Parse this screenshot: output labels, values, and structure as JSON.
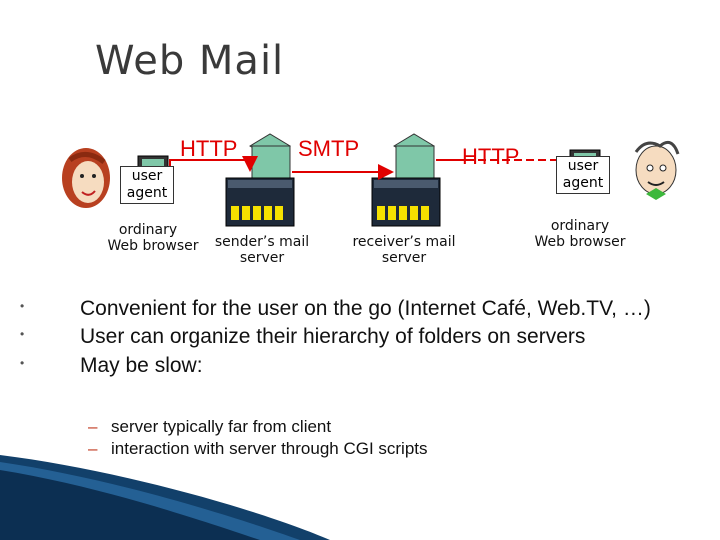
{
  "slide": {
    "title": "Web Mail"
  },
  "diagram": {
    "protocol_left": "HTTP",
    "protocol_middle": "SMTP",
    "protocol_right": "HTTP",
    "left_user_agent": "user agent",
    "right_user_agent": "user agent",
    "left_browser_label_line1": "ordinary",
    "left_browser_label_line2": "Web browser",
    "sender_server_line1": "sender’s mail",
    "sender_server_line2": "server",
    "receiver_server_line1": "receiver’s mail",
    "receiver_server_line2": "server",
    "right_browser_label_line1": "ordinary",
    "right_browser_label_line2": "Web browser",
    "colors": {
      "protocol": "#e00000",
      "monitor": "#7fc7a8",
      "server_base": "#1e2a3a",
      "server_slots": "#f5e100"
    }
  },
  "bullets": [
    "Convenient for the user on the go (Internet Café, Web.TV, …)",
    "User can organize their hierarchy of folders on servers",
    "May be slow:"
  ],
  "sub_bullets": [
    "server typically far from client",
    "interaction with server through CGI scripts"
  ]
}
